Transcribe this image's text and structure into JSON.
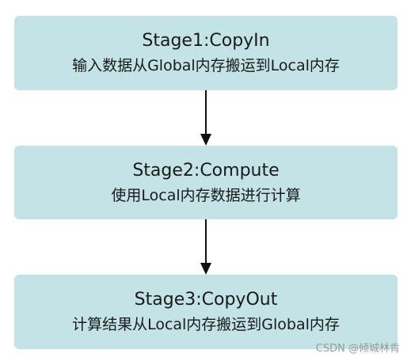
{
  "stages": [
    {
      "title": "Stage1:CopyIn",
      "desc": "输入数据从Global内存搬运到Local内存"
    },
    {
      "title": "Stage2:Compute",
      "desc": "使用Local内存数据进行计算"
    },
    {
      "title": "Stage3:CopyOut",
      "desc": "计算结果从Local内存搬运到Global内存"
    }
  ],
  "watermark": "CSDN @倾城林肯",
  "colors": {
    "box_fill": "#c3e3e7",
    "text": "#1a1a1a",
    "arrow": "#111111"
  }
}
